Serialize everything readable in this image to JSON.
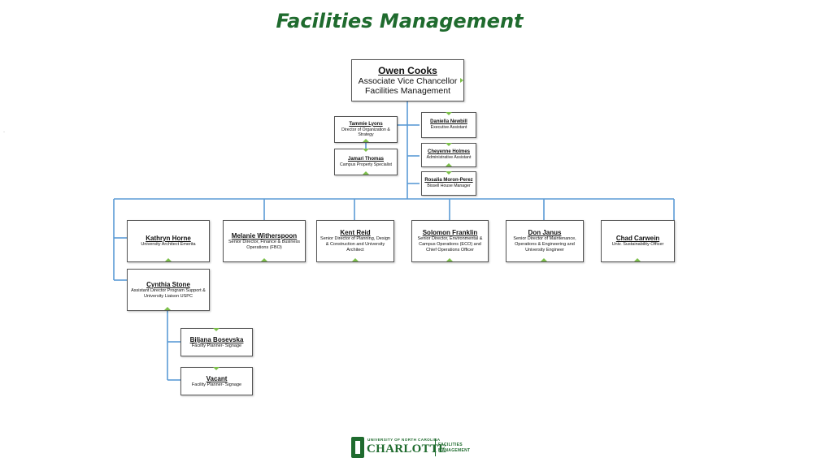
{
  "title": "Facilities Management",
  "top": {
    "name": "Owen Cooks",
    "role1": "Associate Vice Chancellor",
    "role2": "Facilities Management"
  },
  "tammie": {
    "name": "Tammie Lyons",
    "role": "Director of Organization & Strategy"
  },
  "jamari": {
    "name": "Jamari Thomas",
    "role": "Campus Property Specialist"
  },
  "daniella": {
    "name": "Daniella Newbill",
    "role": "Executive Assistant"
  },
  "cheyenne": {
    "name": "Cheyenne Holmes",
    "role": "Administrative Assistant"
  },
  "rosalia": {
    "name": "Rosalia Moron-Perez",
    "role": "Bissell House Manager"
  },
  "kathryn": {
    "name": "Kathryn Horne",
    "role": "University Architect Emerita"
  },
  "melanie": {
    "name": "Melanie Witherspoon",
    "role": "Senior Director, Finance & Business Operations (FBO)"
  },
  "kent": {
    "name": "Kent Reid",
    "role": "Senior Director of Planning, Design & Construction and University Architect"
  },
  "solomon": {
    "name": "Solomon Franklin",
    "role": "Senior Director, Environmental & Campus Operations (ECO) and Chief Operations Officer"
  },
  "don": {
    "name": "Don Janus",
    "role": "Senior Director of Maintenance, Operations & Engineering and University Engineer"
  },
  "chad": {
    "name": "Chad Carwein",
    "role": "Univ. Sustainability Officer"
  },
  "cynthia": {
    "name": "Cynthia Stone",
    "role": "Assistant Director Program Support & University Liaison USPC"
  },
  "biljana": {
    "name": "Biljana Bosevska",
    "role": "Facility Planner- Signage"
  },
  "vacant": {
    "name": "Vacant",
    "role": "Facility Planner- Signage"
  },
  "logo": {
    "univ": "UNIVERSITY OF NORTH CAROLINA",
    "name": "CHARLOTTE",
    "dept1": "FACILITIES",
    "dept2": "MANAGEMENT"
  },
  "colors": {
    "title": "#1f6b2e",
    "connector": "#5b9bd5",
    "marker": "#7cbf4a"
  }
}
